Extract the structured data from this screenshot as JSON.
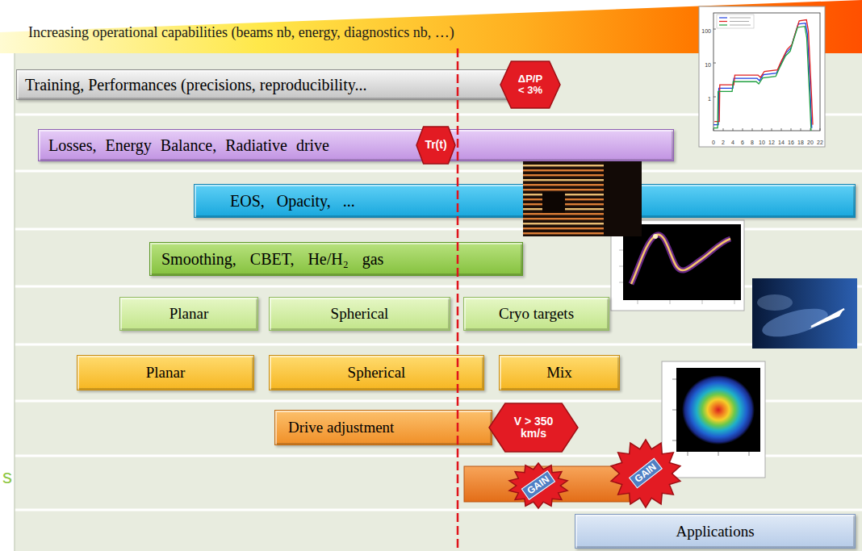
{
  "diagram": {
    "nodes": [
      {
        "text": [
          "Training, Performances (precisions, reproducibility..."
        ]
      },
      {
        "text": [
          "ΔP/P < 3%"
        ]
      },
      {
        "text": [
          "Losses, Energy Balance, Radiative drive"
        ]
      },
      {
        "text": [
          "Tr(t)"
        ],
        "in": 2
      },
      {
        "text": [
          "EOS, Opacity, ..."
        ]
      },
      {
        "text": [
          "Smoothing, CBET, He/H₂ gas"
        ]
      },
      {
        "text": [
          "Planar"
        ]
      },
      {
        "text": [
          "Spherical"
        ]
      },
      {
        "text": [
          "Cryo targets"
        ]
      },
      {
        "text": [
          "Planar"
        ]
      },
      {
        "text": [
          "Spherical"
        ]
      },
      {
        "text": [
          "Mix"
        ]
      },
      {
        "text": [
          "Drive adjustment"
        ]
      },
      {
        "text": [
          "V > 350 km/s"
        ]
      },
      {
        "text": [
          "GAIN"
        ]
      },
      {
        "text": [
          "GAIN"
        ]
      },
      {
        "text": [
          "Applications"
        ]
      }
    ],
    "labels": [
      "Increasing operational capabilities (beams nb, energy, diagnostics nb, …)",
      "s",
      "100",
      "10",
      "1",
      "0",
      "2",
      "4",
      "6",
      "8",
      "10",
      "12",
      "14",
      "16",
      "18",
      "20",
      "22"
    ]
  }
}
